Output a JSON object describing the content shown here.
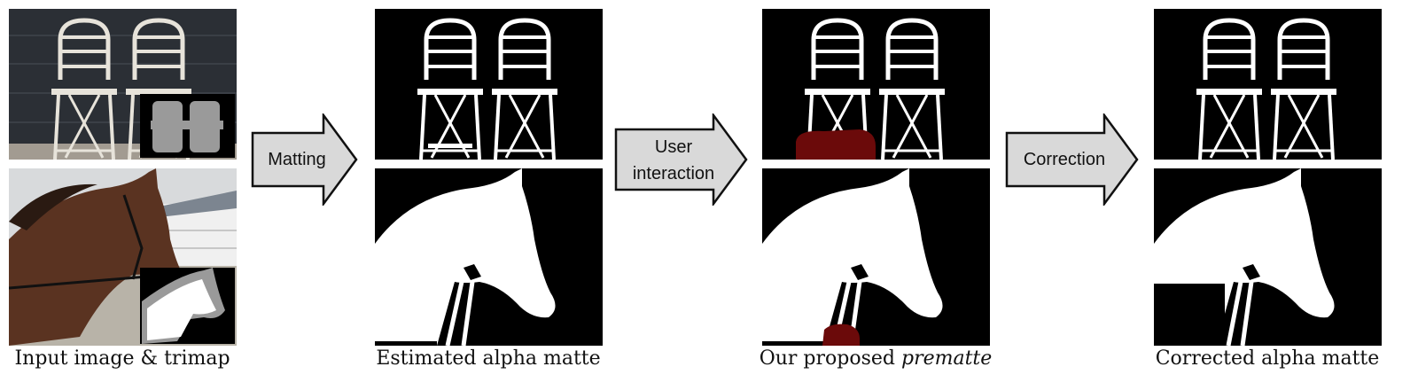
{
  "figure": {
    "arrows": [
      {
        "label": "Matting"
      },
      {
        "label_line1": "User",
        "label_line2": "interaction"
      },
      {
        "label": "Correction"
      }
    ],
    "captions": {
      "input": "Input image & trimap",
      "estimated": "Estimated alpha matte",
      "prematte_prefix": "Our proposed ",
      "prematte_em": "prematte",
      "corrected": "Corrected alpha matte"
    },
    "colors": {
      "background": "#ffffff",
      "matte_black": "#000000",
      "matte_white": "#ffffff",
      "trimap_gray": "#9a9a9a",
      "user_stroke": "#6b0a0a",
      "arrow_fill": "#d9d9d9",
      "arrow_stroke": "#111111",
      "wall": "#2b2f35",
      "ground": "#a29b91",
      "horse": "#5a3321",
      "sky": "#d8dadc"
    }
  }
}
